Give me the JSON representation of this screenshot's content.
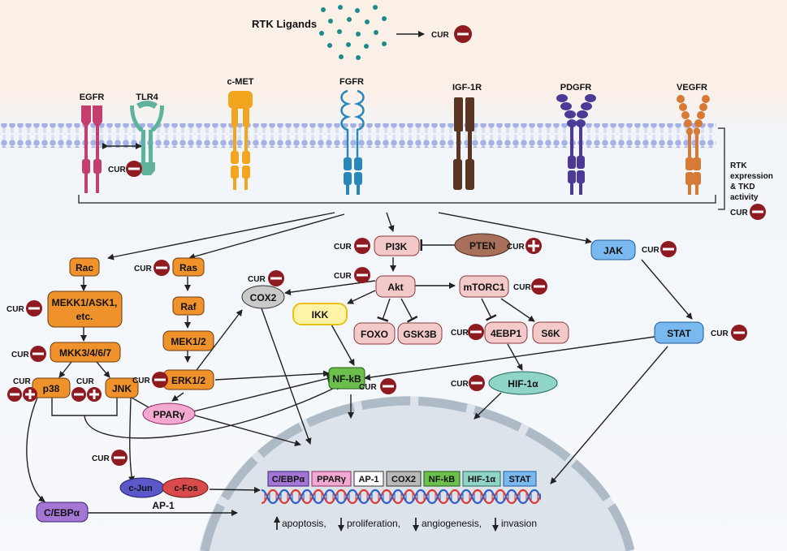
{
  "ligands": {
    "label": "RTK Ligands",
    "effect_cur": "CUR"
  },
  "receptors": [
    {
      "id": "egfr",
      "label": "EGFR"
    },
    {
      "id": "tlr4",
      "label": "TLR4",
      "cur": "CUR"
    },
    {
      "id": "cmet",
      "label": "c-MET"
    },
    {
      "id": "fgfr",
      "label": "FGFR"
    },
    {
      "id": "igf1r",
      "label": "IGF-1R"
    },
    {
      "id": "pdgfr",
      "label": "PDGFR"
    },
    {
      "id": "vegfr",
      "label": "VEGFR"
    }
  ],
  "rtk_note": {
    "lines": [
      "RTK",
      "expression",
      "& TKD",
      "activity"
    ],
    "cur": "CUR"
  },
  "nodes": {
    "rac": "Rac",
    "mekk1": [
      "MEKK1/ASK1,",
      "etc."
    ],
    "mkk": "MKK3/4/6/7",
    "p38": "p38",
    "jnk": "JNK",
    "cebp": "C/EBPα",
    "ras": "Ras",
    "raf": "Raf",
    "mek12": "MEK1/2",
    "erk12": "ERK1/2",
    "pparg": "PPARγ",
    "cox2": "COX2",
    "pi3k": "PI3K",
    "pten": "PTEN",
    "akt": "Akt",
    "ikk": "IKK",
    "foxo": "FOXO",
    "gsk3b": "GSK3B",
    "mtorc1": "mTORC1",
    "ebp1": "4EBP1",
    "s6k": "S6K",
    "hif": "HIF-1α",
    "nfkb": "NF-kB",
    "jak": "JAK",
    "stat": "STAT",
    "cjun": "c-Jun",
    "cfos": "c-Fos",
    "ap1": "AP-1"
  },
  "cur_label": "CUR",
  "nucleus": {
    "tf_boxes": [
      {
        "label": "C/EBPα",
        "color": "#a477d6"
      },
      {
        "label": "PPARγ",
        "color": "#f2a8d0"
      },
      {
        "label": "AP-1",
        "color": "#ffffff"
      },
      {
        "label": "COX2",
        "color": "#b9b9b9"
      },
      {
        "label": "NF-kB",
        "color": "#6cbf4c"
      },
      {
        "label": "HIF-1α",
        "color": "#8fd4c7"
      },
      {
        "label": "STAT",
        "color": "#7ab8f0"
      }
    ],
    "outcomes": [
      {
        "dir": "up",
        "text": "apoptosis,"
      },
      {
        "dir": "down",
        "text": "proliferation,"
      },
      {
        "dir": "down",
        "text": "angiogenesis,"
      },
      {
        "dir": "down",
        "text": "invasion"
      }
    ]
  },
  "colors": {
    "orange": "#f0922b",
    "pink": "#f4c9c9",
    "inhibit": "#8e1b22",
    "activate": "#8e1b22",
    "membrane": "#b3bde8"
  }
}
